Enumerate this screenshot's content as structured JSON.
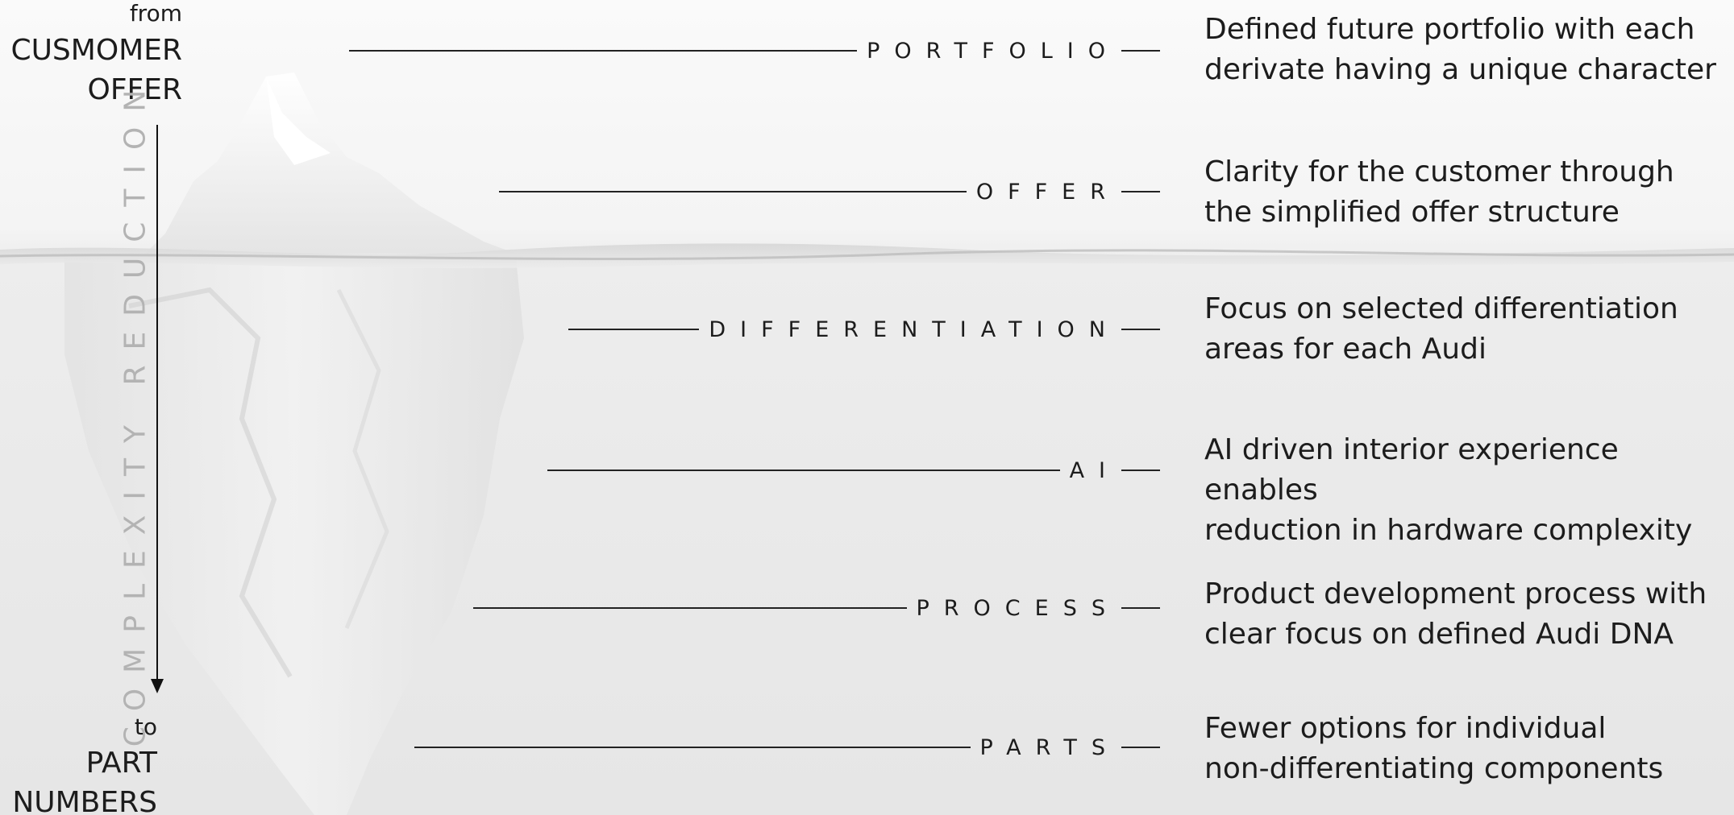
{
  "corner": {
    "from_label": "from",
    "from_title_line1": "CUSMOMER",
    "from_title_line2": "OFFER",
    "to_label": "to",
    "to_title_line1": "PART",
    "to_title_line2": "NUMBERS"
  },
  "axis_label": "COMPLEXITY REDUCTION",
  "levels": [
    {
      "label": "PORTFOLIO",
      "line1": "Defined future portfolio with each",
      "line2": "derivate having a unique character"
    },
    {
      "label": "OFFER",
      "line1": "Clarity for the customer through",
      "line2": "the simplified offer structure"
    },
    {
      "label": "DIFFERENTIATION",
      "line1": "Focus on selected differentiation",
      "line2": "areas for each Audi"
    },
    {
      "label": "AI",
      "line1": "AI driven interior experience enables",
      "line2": "reduction in hardware complexity"
    },
    {
      "label": "PROCESS",
      "line1": "Product development process with",
      "line2": "clear focus on defined Audi DNA"
    },
    {
      "label": "PARTS",
      "line1": "Fewer options for individual",
      "line2": "non-differentiating components"
    }
  ],
  "colors": {
    "text": "#1c1c1c",
    "axis_label": "#b3b3b3",
    "background": "#f0f0f0"
  }
}
